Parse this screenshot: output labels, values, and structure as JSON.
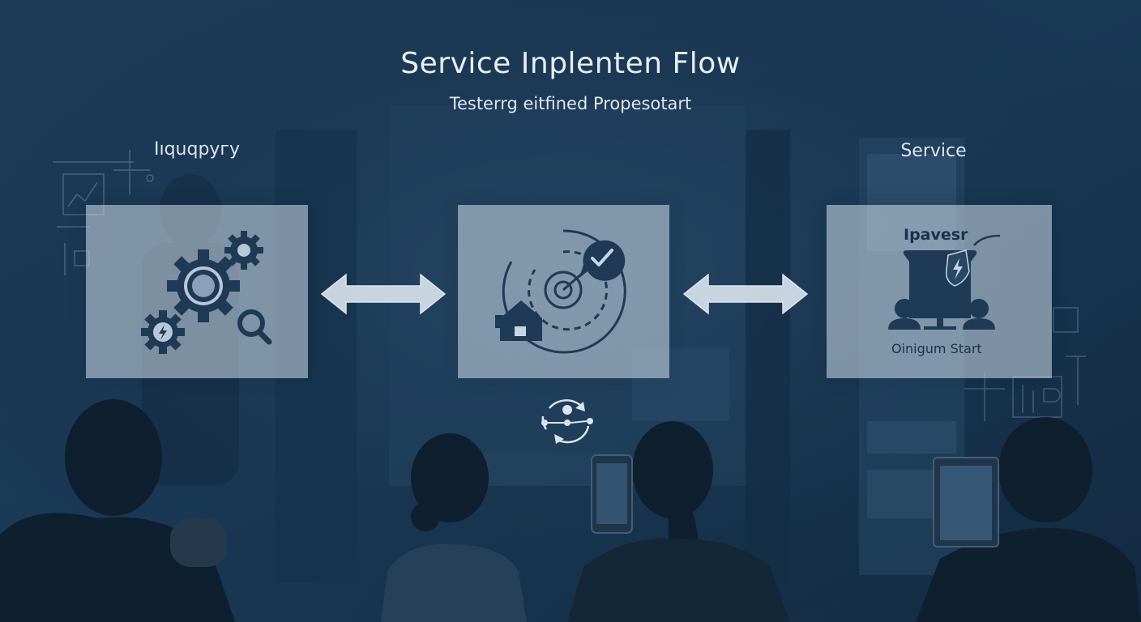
{
  "title": "Service Inplenten Flow",
  "subtitle": "Testerrg eitfined Propesotart",
  "stages": [
    {
      "label": "Iıquqругу",
      "icon": "gears-search-icon"
    },
    {
      "label": "",
      "icon": "target-house-check-icon"
    },
    {
      "label": "Service",
      "icon": "presentation-people-icon",
      "panel_title": "Ipavesr",
      "panel_caption": "Oinigum Start"
    }
  ],
  "connectors": [
    "double-arrow-icon",
    "double-arrow-icon"
  ],
  "colors": {
    "background": "#1c3b58",
    "panel": "#c7d6e4",
    "icon": "#1e3a55",
    "text": "#e8eef4"
  }
}
